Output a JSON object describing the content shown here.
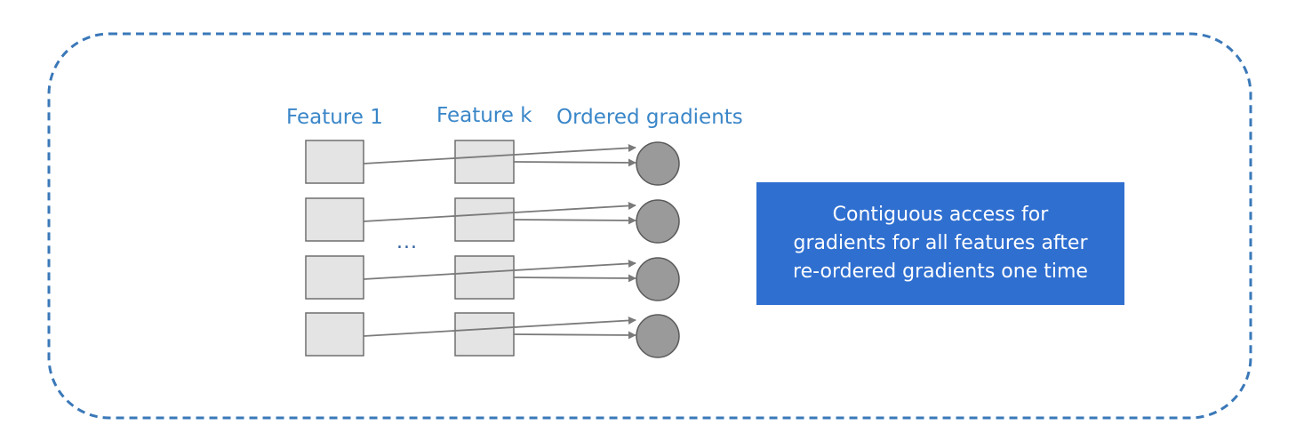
{
  "labels": {
    "feature_1": "Feature 1",
    "feature_k": "Feature k",
    "ordered_gradients": "Ordered gradients",
    "ellipsis": "..."
  },
  "callout": {
    "text": "Contiguous access for\ngradients for all features after\nre-ordered gradients one time"
  },
  "rows": 4,
  "colors": {
    "frame_border": "#3a78b8",
    "label_text": "#3a86c8",
    "callout_bg": "#2f6fd0",
    "callout_text": "#ffffff",
    "box_fill": "#e4e4e4",
    "box_stroke": "#6e6e6e",
    "circle_fill": "#9a9a9a",
    "circle_stroke": "#5a5a5a",
    "arrow": "#7a7a7a"
  }
}
